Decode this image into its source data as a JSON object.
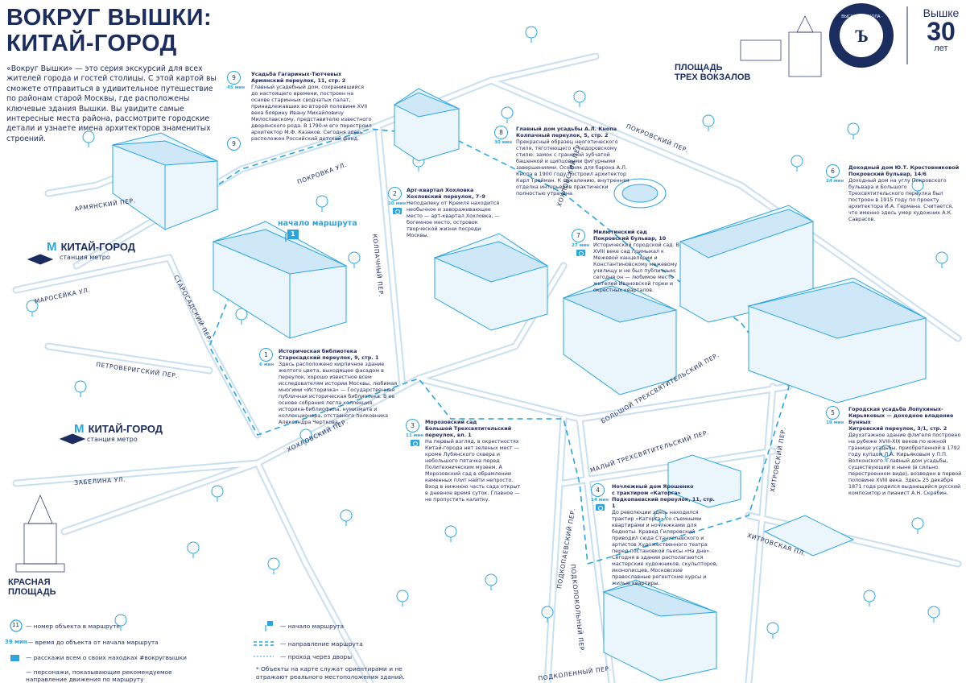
{
  "header": {
    "title_line1": "ВОКРУГ ВЫШКИ:",
    "title_line2": "КИТАЙ-ГОРОД",
    "intro": "«Вокруг Вышки» — это серия экскурсий для всех жителей города и гостей столицы. С этой картой вы сможете отправиться в удивительное путешествие по районам старой Москвы, где расположены ключевые здания Вышки. Вы увидите самые интересные места района, рассмотрите городские детали и узнаете имена архитекторов знаменитых строений."
  },
  "logo": {
    "emblem_text": "ВЫСШАЯ · ШКОЛА · ЭКОНОМИКИ ·",
    "anniversary_word": "Вышке",
    "anniversary_number": "30",
    "anniversary_unit": "лет"
  },
  "colors": {
    "accent": "#2aa5e0",
    "navy": "#1b2c5e",
    "light": "#dbeef9"
  },
  "landmarks": {
    "three_stations": "ПЛОЩАДЬ\nТРЕХ ВОКЗАЛОВ",
    "red_square": "КРАСНАЯ\nПЛОЩАДЬ",
    "metro_top_name": "КИТАЙ-ГОРОД",
    "metro_top_sub": "станция метро",
    "metro_bottom_name": "КИТАЙ-ГОРОД",
    "metro_bottom_sub": "станция метро",
    "metro_symbol": "М",
    "route_start": "начало маршрута",
    "route_start_number": "1"
  },
  "streets": [
    {
      "id": "armyansky",
      "name": "АРМЯНСКИЙ ПЕР."
    },
    {
      "id": "pokrovka",
      "name": "ПОКРОВКА УЛ."
    },
    {
      "id": "pokrovsky",
      "name": "ПОКРОВСКИЙ ПЕР."
    },
    {
      "id": "maroseyka",
      "name": "МАРОСЕЙКА УЛ."
    },
    {
      "id": "starosadsky",
      "name": "СТАРОСАДСКИЙ ПЕР."
    },
    {
      "id": "kolpachny",
      "name": "КОЛПАЧНЫЙ ПЕР."
    },
    {
      "id": "khokhlovsky_upper",
      "name": "ХОХЛОВСКИЙ ПЕР."
    },
    {
      "id": "petroverigsky",
      "name": "ПЕТРОВЕРИГСКИЙ ПЕР."
    },
    {
      "id": "khokhlovsky_lower",
      "name": "ХОХЛОВСКИЙ ПЕР."
    },
    {
      "id": "zabelina",
      "name": "ЗАБЕЛИНА УЛ."
    },
    {
      "id": "bolshoy_trekh",
      "name": "БОЛЬШОЙ ТРЕХСВЯТИТЕЛЬСКИЙ ПЕР."
    },
    {
      "id": "maly_trekh",
      "name": "МАЛЫЙ ТРЕХСВЯТИТЕЛЬСКИЙ ПЕР."
    },
    {
      "id": "khitrovsky_per",
      "name": "ХИТРОВСКИЙ ПЕР."
    },
    {
      "id": "khitrovskaya_pl",
      "name": "ХИТРОВСКАЯ ПЛ."
    },
    {
      "id": "podkopaevsky",
      "name": "ПОДКОПАЕВСКИЙ ПЕР."
    },
    {
      "id": "podkolokolny",
      "name": "ПОДКОЛОКОЛЬНЫЙ ПЕР."
    },
    {
      "id": "podkolenny",
      "name": "ПОДКОЛЕННЫЙ ПЕР."
    }
  ],
  "points": [
    {
      "number": "1",
      "time": "6 мин",
      "photo": false,
      "title": "Историческая библиотека",
      "address": "Старосадский переулок, 9, стр. 1",
      "text": "Здесь расположено кирпичное здание желтого цвета, выходящее фасадом в переулок, хорошо известное всем исследователям истории Москвы, любимая многими «Историчка» — Государственная публичная историческая библиотека. В ее основе собрания легла коллекция историка-библиофила, нумизмата и коллекционера, отставного полковника Александра Черткова."
    },
    {
      "number": "2",
      "time": "10 мин",
      "photo": true,
      "title": "Арт-квартал Хохловка",
      "address": "Хохловский переулок, 7–9",
      "text": "Неподалеку от Кремля находится необычное и завораживающее место — арт-квартал Хохловка, — богемное место, островок творческой жизни посреди Москвы."
    },
    {
      "number": "3",
      "time": "11 мин",
      "photo": true,
      "title": "Морозовский сад",
      "address": "Большой Трехсвятительский переулок, вл. 1",
      "text": "На первый взгляд, в окрестностях Китай-города нет зеленых мест — кроме Лубянского сквера и небольшого пятачка перед Политехническим музеем. А Морозовский сад в обрамлении каменных плит найти непросто. Вход в нижнюю часть сада открыт в дневное время суток. Главное — не пропустить калитку."
    },
    {
      "number": "4",
      "time": "14 мин",
      "photo": true,
      "title": "Ночлежный дом Ярошенко",
      "address": "с трактиром «Каторга» Подкопаевский переулок, 11, стр. 1",
      "text": "До революции здесь находился трактир «Каторга» со съемными квартирами и ночлежками для бедноты. Кравед Гиляровский приводил сюда Станиславского и артистов Художественного театра перед постановкой пьесы «На дне». Сегодня в здании располагаются мастерские художников, скульпторов, иконописцев, Московские православные регентские курсы и жилые квартиры."
    },
    {
      "number": "5",
      "time": "19 мин",
      "photo": false,
      "title": "Городская усадьба Лопухиных-Кирьяковых — доходное владение Бунных",
      "address": "Хитровский переулок, 3/1, стр. 2",
      "text": "Двухэтажное здание флигеля построено на рубеже XVIII-XIX веков по южной границе усадьбы, приобретенной в 1792 году купцом Л.А. Кирьяковым у П.П. Волконского. Главный дом усадьбы, существующий и ныне (в сильно перестроенном виде), возведен в первой половине XVIII века. Здесь 25 декабря 1871 года родился выдающийся русский композитор и пианист А.Н. Скрябин."
    },
    {
      "number": "6",
      "time": "24 мин",
      "photo": false,
      "title": "Доходный дом Ю.Т. Крестовниковой",
      "address": "Покровский бульвар, 14/6",
      "text": "Доходный дом на углу Покровского бульвара и Большого Трехсвятительского переулка был построен в 1915 году по проекту архитектора И.А. Германа. Считается, что именно здесь умер художник А.К. Саврасов."
    },
    {
      "number": "7",
      "time": "27 мин",
      "photo": true,
      "title": "Милютинский сад",
      "address": "Покровский бульвар, 10",
      "text": "Исторический городской сад. В XVIII веке сад примыкал к Межевой канцелярии и Константиновскому межевому училищу и не был публичным; сегодня он — любимое место жителей Ивановской горки и окрестных кварталов."
    },
    {
      "number": "8",
      "time": "30 мин",
      "photo": false,
      "title": "Главный дом усадьбы А.Л. Кнопа",
      "address": "Колпачный переулок, 5, стр. 2",
      "text": "Прекрасный образец неоготического стиля, тяготеющего к тюдоровскому стилю: замок с граненой зубчатой башенкой и щипцовыми фигурными завершениями. Особняк для барона А.Л. Кнопа в 1900 году построил архитектор Карл Трейман. К сожалению, внутренняя отделка интерьеров практически полностью утрачена."
    },
    {
      "number": "9",
      "time": "45 мин",
      "photo": false,
      "title": "Усадьба Гагариных-Тютчевых",
      "address": "Армянский переулок, 11, стр. 2",
      "text": "Главный усадебный дом, сохранившийся до настоящего времени, построен на основе старинных сводчатых палат, принадлежавших во второй половине XVII века боярину Ивану Михайловичу Милославскому, представителю известного дворянского рода. В 1790-м его перестроил архитектор М.Ф. Казаков. Сегодня здесь расположен Российский детский фонд."
    }
  ],
  "legend": {
    "number_example": "11",
    "time_example": "39 мин",
    "number_label": "— номер объекта в маршруте",
    "time_label": "— время до объекта от начала маршрута",
    "photo_label": "— расскажи всем о своих находках #вокругвышки",
    "people_label": "— персонажи, показывающие рекомендуемое направление движения по маршруту",
    "start_label": "— начало маршрута",
    "direction_label": "— направление маршрута",
    "yard_label": "— проход через дворы",
    "footnote": "* Объекты на карте служат ориентирами и не отражают реального местоположения зданий."
  }
}
